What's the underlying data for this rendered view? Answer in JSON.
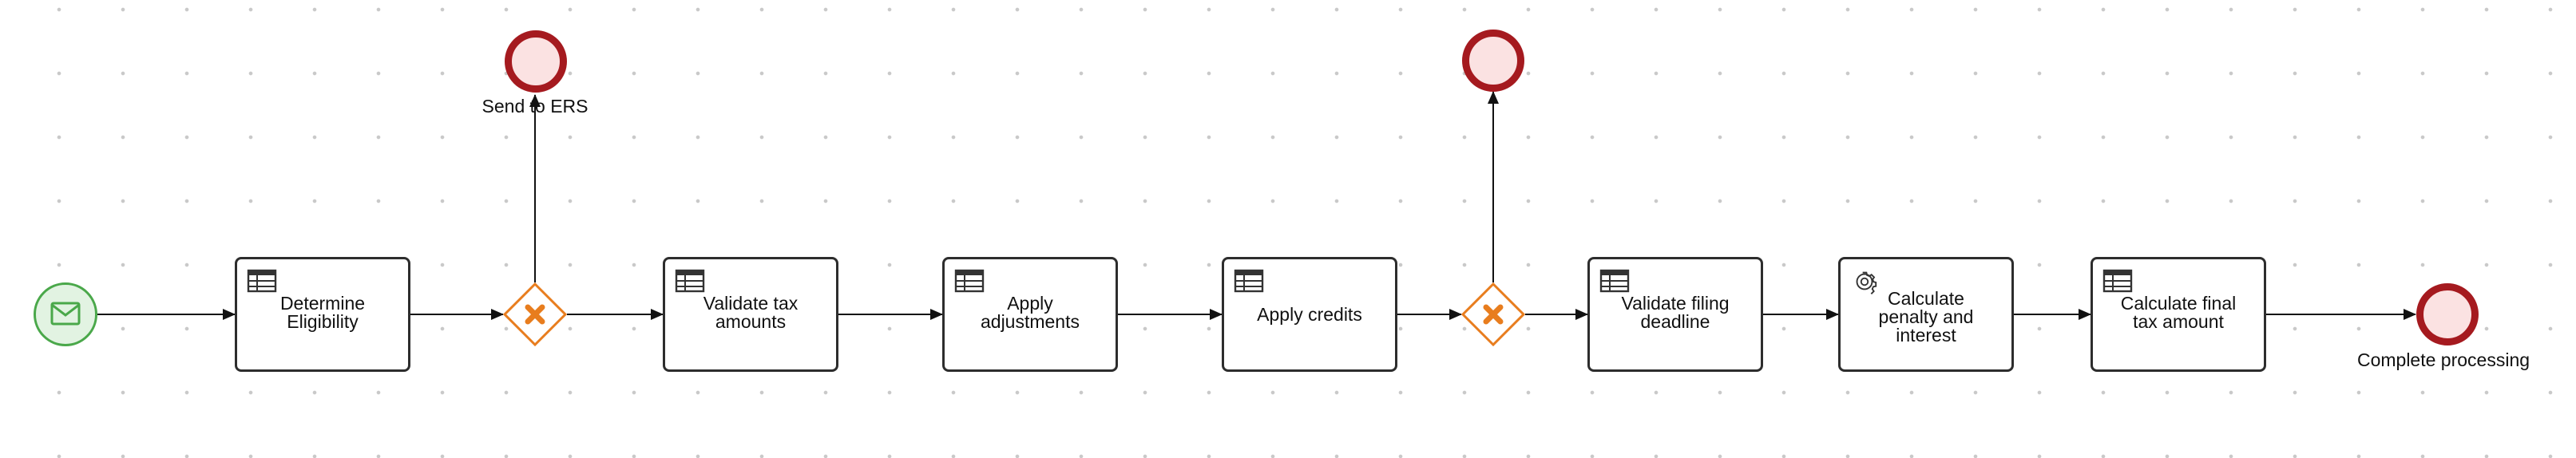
{
  "diagram": {
    "start_event": {
      "icon": "envelope-icon",
      "color": "#4aa84a"
    },
    "tasks": [
      {
        "label": "Determine\nEligibility",
        "icon": "table-icon"
      },
      {
        "label": "Validate tax\namounts",
        "icon": "table-icon"
      },
      {
        "label": "Apply\nadjustments",
        "icon": "table-icon"
      },
      {
        "label": "Apply credits",
        "icon": "table-icon"
      },
      {
        "label": "Validate filing\ndeadline",
        "icon": "table-icon"
      },
      {
        "label": "Calculate\npenalty and\ninterest",
        "icon": "gear-icon"
      },
      {
        "label": "Calculate final\ntax amount",
        "icon": "table-icon"
      }
    ],
    "gateways": [
      {
        "type": "exclusive",
        "icon": "x-icon"
      },
      {
        "type": "exclusive",
        "icon": "x-icon"
      }
    ],
    "end_events": [
      {
        "label": "Send to ERS"
      },
      {
        "label": ""
      },
      {
        "label": "Complete processing"
      }
    ],
    "colors": {
      "gateway": "#e87d1e",
      "end_event_border": "#a51a1f",
      "end_event_fill": "#fbe2e2",
      "start_event_fill": "#e2f3e2"
    }
  }
}
